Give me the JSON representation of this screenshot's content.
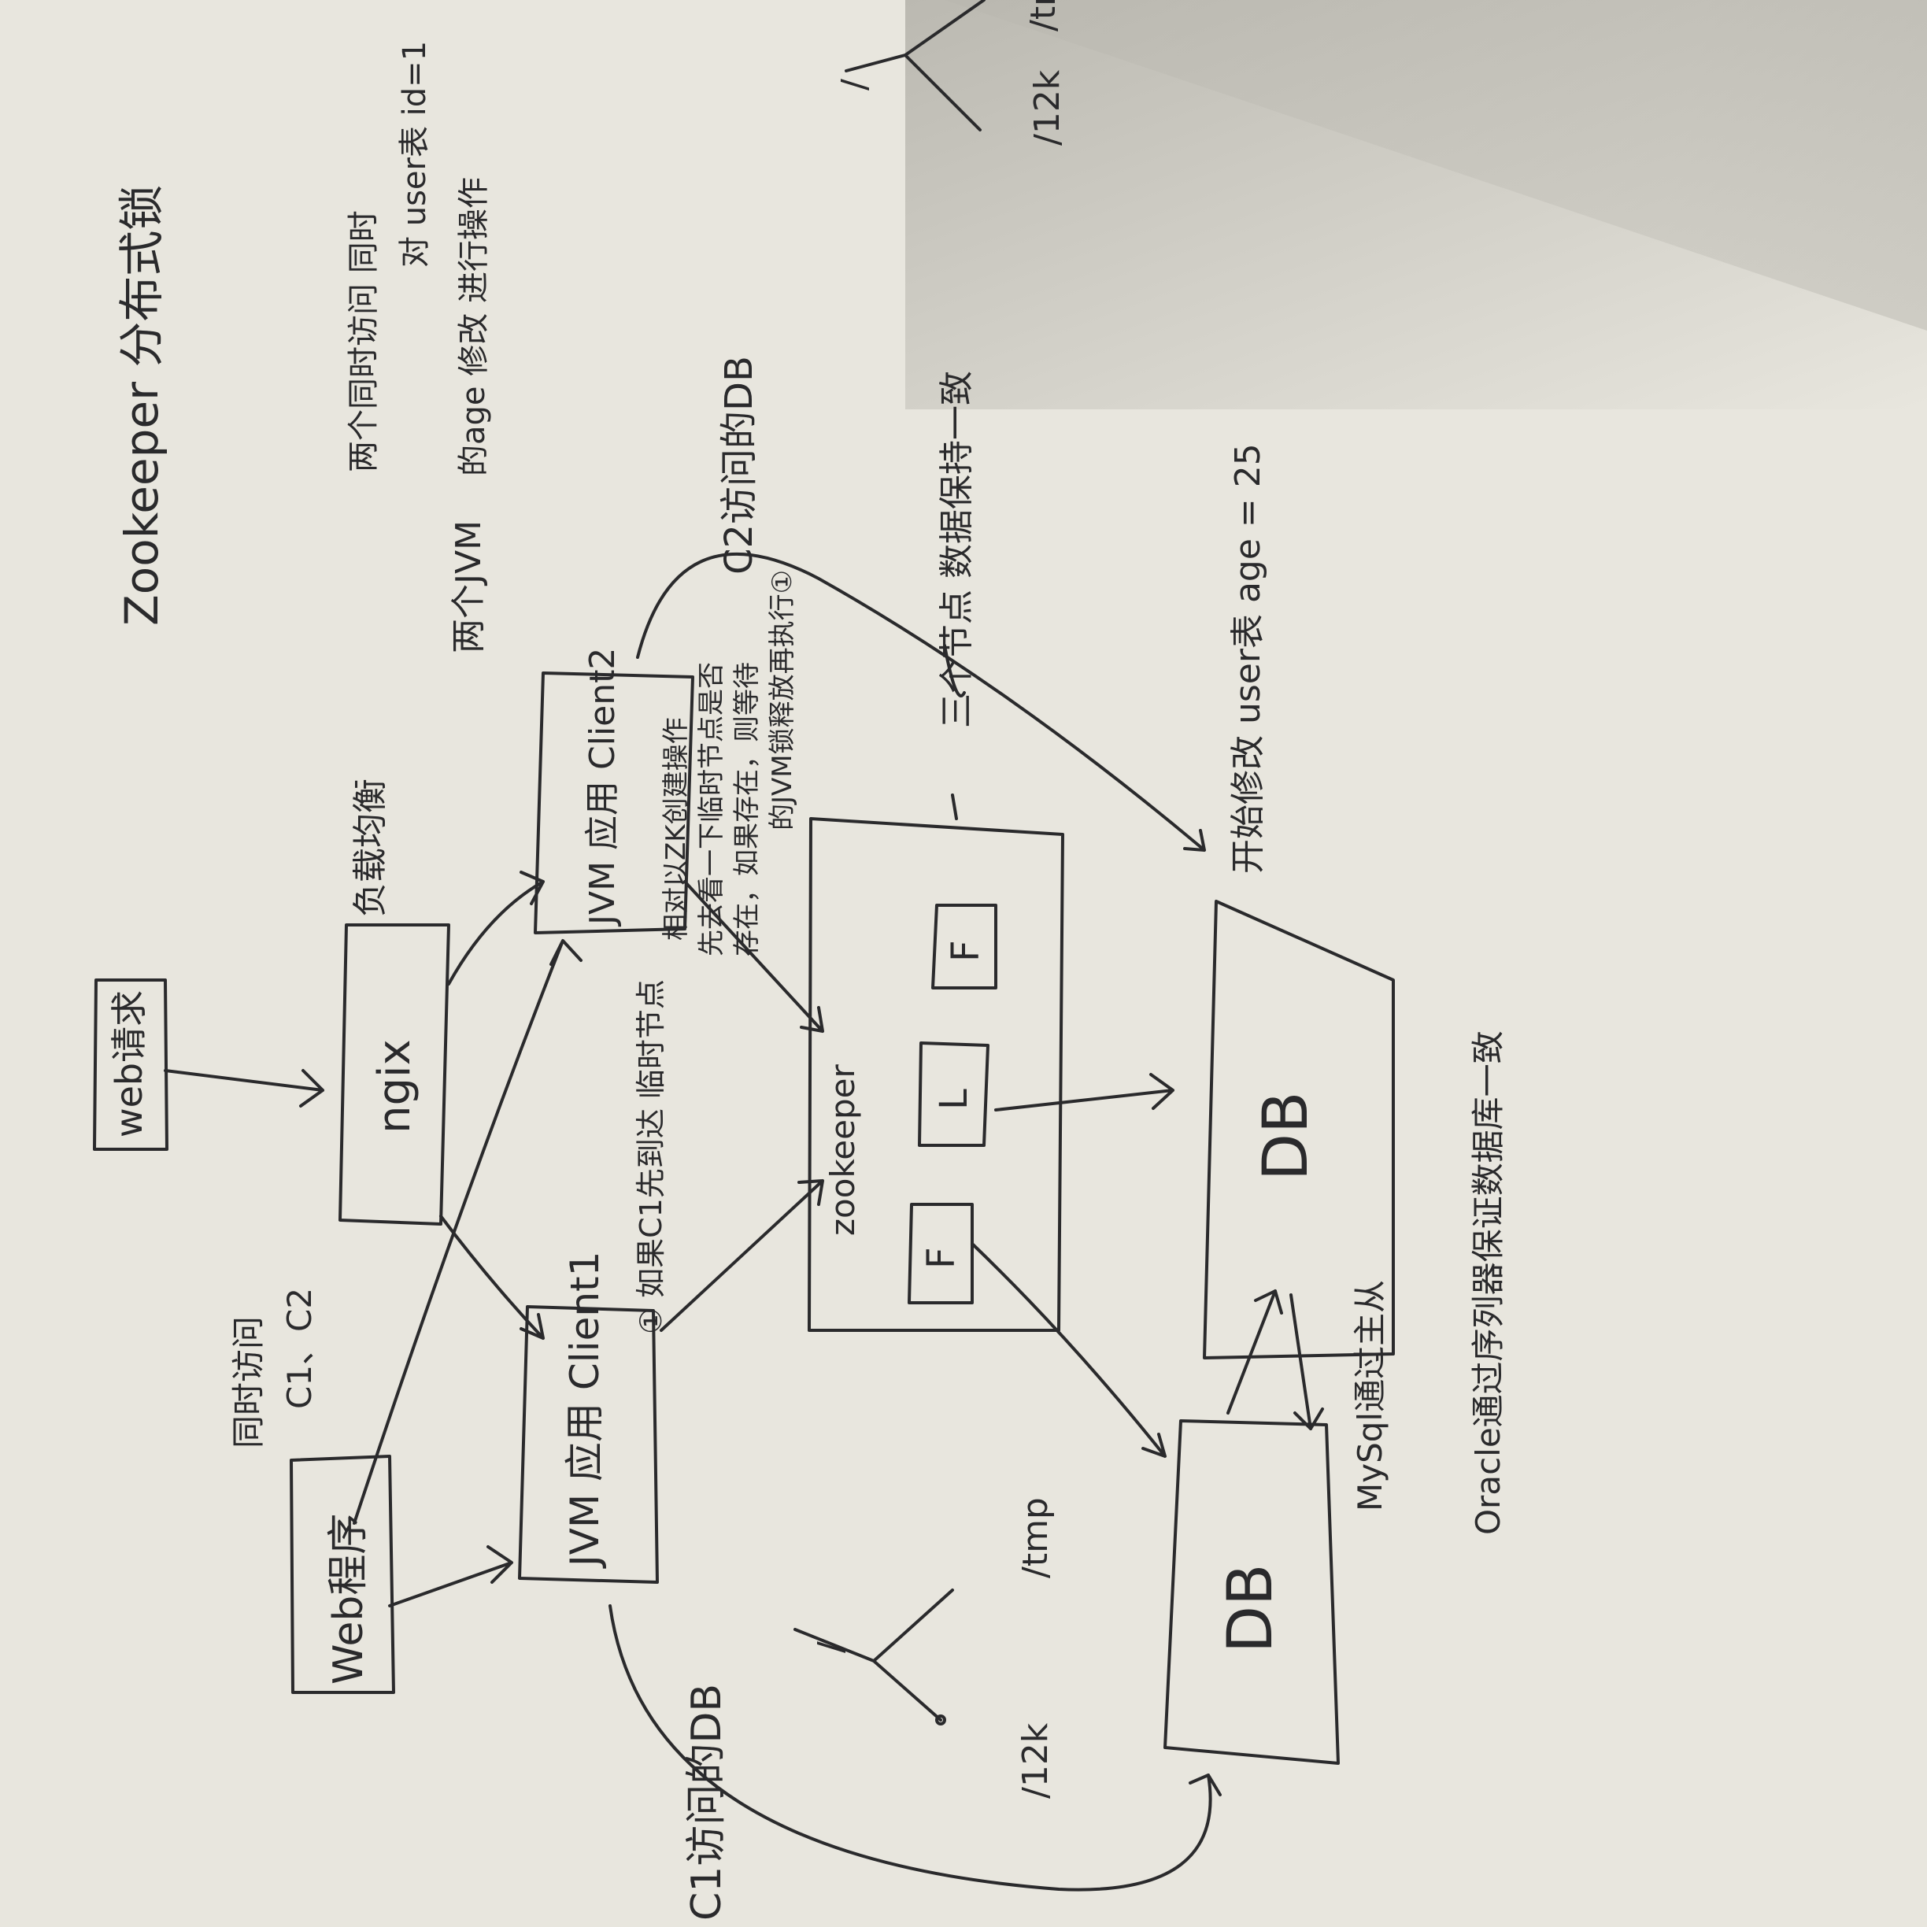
{
  "nodes": {
    "web_request": "web请求",
    "web_program": "Web程序",
    "nginx": "ngix",
    "jvm_client1": "JVM 应用 Client1",
    "jvm_client2": "JVM 应用 Client2",
    "zookeeper": "zookeeper",
    "znode_1": "F",
    "znode_2": "L",
    "znode_3": "F",
    "db_left": "DB",
    "db_right": "DB"
  },
  "labels": {
    "title": "Zookeeper 分布式锁",
    "load_balance": "负载均衡",
    "web_note_line1": "同时访问",
    "web_note_line2": "C1、C2",
    "c1_access_db": "C1访问的DB",
    "c2_access_db": "C2访问的DB",
    "c1_flow": "① 如果C1先到达 临时节点",
    "c2_flow_line1": "相对以ZK创建操作",
    "c2_flow_line2": "先去看一下临时节点是否",
    "c2_flow_line3": "存在，如果存在，则等待",
    "c2_flow_line4": "的JVM锁释放再执行①",
    "two_jvm": "两个JVM",
    "same_time": "两个同时访问 同时",
    "update_user": "对 user表 id=1",
    "update_age": "的age 修改 进行操作",
    "modify_user": "开始修改 user表 age = 25",
    "three_nodes": "三个节点 数据保持一致",
    "mysql_sync": "MySql通过主从",
    "oracle_sync": "Oracle通过序列器保证数据库一致",
    "tree_root_1": "/",
    "tree_tmp_1": "/tmp",
    "tree_12k_1": "/12k",
    "tree_root_2": "/",
    "tree_12k_2": "/12k",
    "tree_tmp_2": "/tm"
  },
  "colors": {
    "ink": "#2a2a2c",
    "paper": "#e8e6de"
  }
}
